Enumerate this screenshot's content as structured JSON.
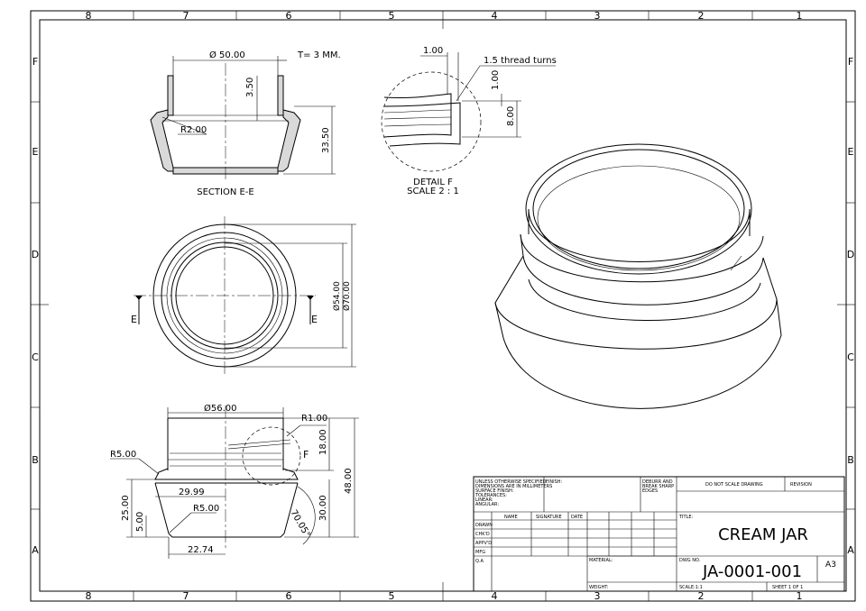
{
  "border": {
    "cols_top": [
      "8",
      "7",
      "6",
      "5",
      "4",
      "3",
      "2",
      "1"
    ],
    "cols_bottom": [
      "8",
      "7",
      "6",
      "5",
      "4",
      "3",
      "2",
      "1"
    ],
    "rows_left": [
      "F",
      "E",
      "D",
      "C",
      "B",
      "A"
    ],
    "rows_right": [
      "F",
      "E",
      "D",
      "C",
      "B",
      "A"
    ]
  },
  "section_view": {
    "caption": "SECTION E-E",
    "dia": "Ø 50.00",
    "thickness": "T= 3 MM.",
    "h1": "3.50",
    "radius": "R2.00",
    "h2": "33.50"
  },
  "detail_view": {
    "caption1": "DETAIL F",
    "caption2": "SCALE 2 : 1",
    "dim_top": "1.00",
    "thread_note": "1.5 thread turns",
    "dim_small": "1.00",
    "dim_height": "8.00"
  },
  "top_view": {
    "section_mark_left": "E",
    "section_mark_right": "E",
    "dia_inner": "Ø54.00",
    "dia_outer": "Ø70.00"
  },
  "front_view": {
    "dia": "Ø56.00",
    "r_top": "R1.00",
    "detail_mark": "F",
    "h_thread": "18.00",
    "h_body": "30.00",
    "h_total": "48.00",
    "r_left": "R5.00",
    "width1": "29.99",
    "r_inner": "R5.00",
    "h_left1": "25.00",
    "h_left2": "5.00",
    "width2": "22.74",
    "angle": "70.05°"
  },
  "title_block": {
    "tolerance_note": [
      "UNLESS OTHERWISE SPECIFIED:",
      "DIMENSIONS ARE IN MILLIMETERS",
      "SURFACE FINISH:",
      "TOLERANCES:",
      "   LINEAR:",
      "   ANGULAR:"
    ],
    "finish_label": "FINISH:",
    "deburr_note": [
      "DEBURR AND",
      "BREAK SHARP",
      "EDGES"
    ],
    "no_scale": "DO NOT SCALE DRAWING",
    "revision": "REVISION",
    "col_name": "NAME",
    "col_signature": "SIGNATURE",
    "col_date": "DATE",
    "rows": [
      "DRAWN",
      "CHK'D",
      "APPV'D",
      "MFG",
      "Q.A"
    ],
    "title_label": "TITLE:",
    "title": "CREAM JAR",
    "material_label": "MATERIAL:",
    "dwg_label": "DWG NO.",
    "dwg_no": "JA-0001-001",
    "size": "A3",
    "weight_label": "WEIGHT:",
    "scale_label": "SCALE:1:1",
    "sheet_label": "SHEET 1 OF 1"
  }
}
